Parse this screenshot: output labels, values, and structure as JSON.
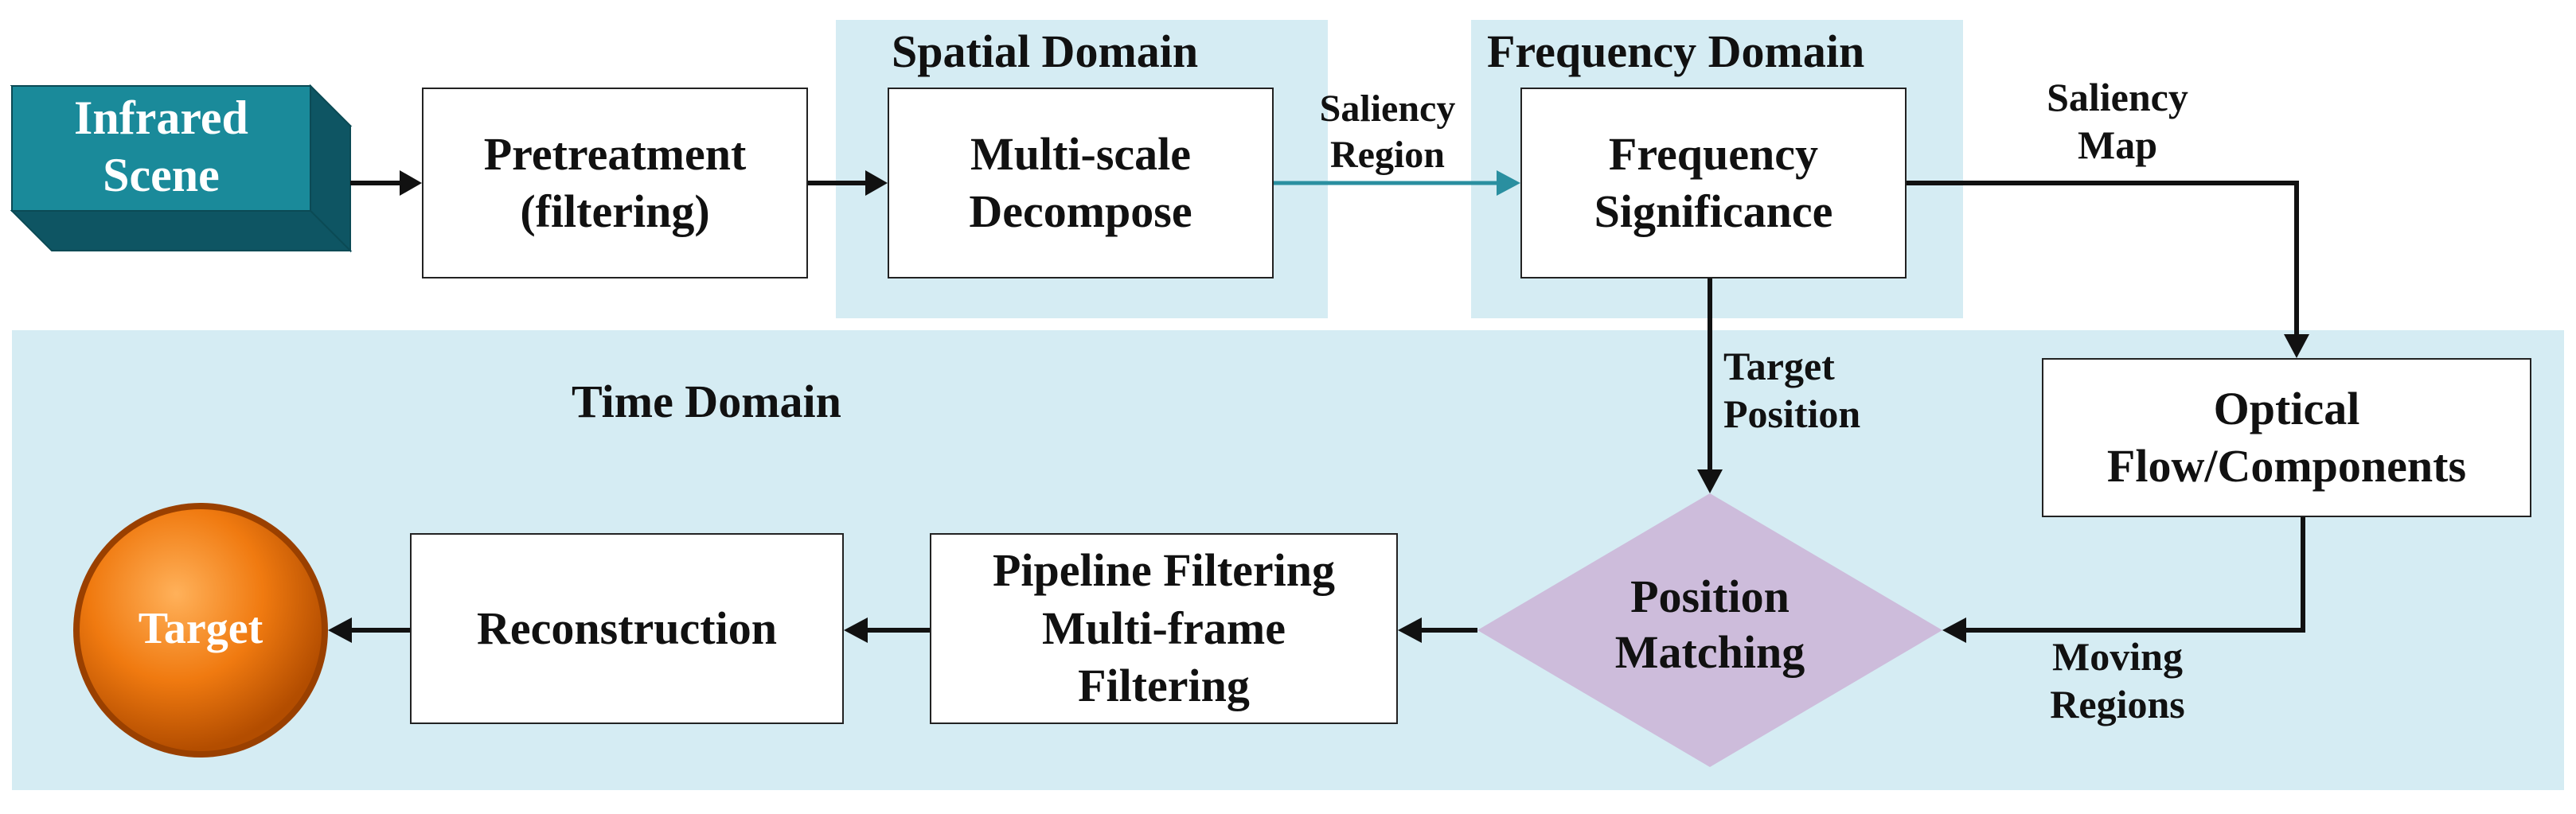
{
  "regions": {
    "spatial_domain": "Spatial Domain",
    "frequency_domain": "Frequency Domain",
    "time_domain": "Time Domain"
  },
  "nodes": {
    "infrared_scene": "Infrared\nScene",
    "pretreatment": "Pretreatment\n(filtering)",
    "multiscale": "Multi-scale\nDecompose",
    "frequency_significance": "Frequency\nSignificance",
    "optical_flow": "Optical\nFlow/Components",
    "position_matching": "Position\nMatching",
    "pipeline_filtering": "Pipeline Filtering\nMulti-frame\nFiltering",
    "reconstruction": "Reconstruction",
    "target": "Target"
  },
  "edge_labels": {
    "saliency_region": "Saliency\nRegion",
    "saliency_map": "Saliency\nMap",
    "target_position": "Target\nPosition",
    "moving_regions": "Moving\nRegions"
  },
  "colors": {
    "region_fill": "#d5ecf3",
    "infrared_face": "#1a8a9a",
    "infrared_side": "#0e5563",
    "diamond": "#cdbcdb",
    "target": "#f07a10",
    "teal_arrow": "#2a8fa0"
  }
}
